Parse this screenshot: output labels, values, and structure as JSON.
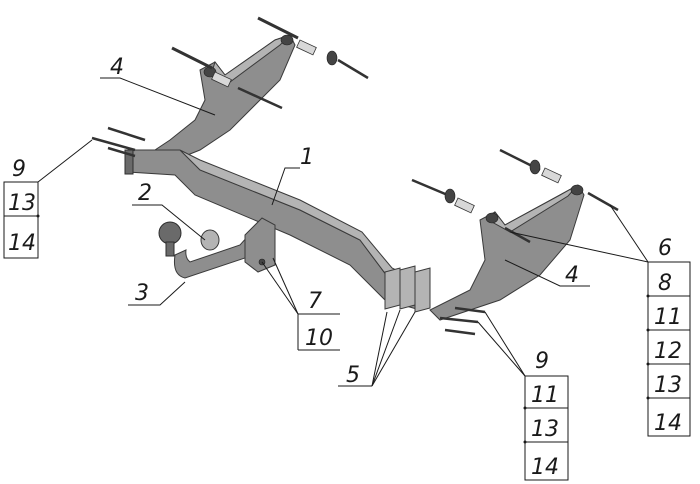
{
  "labels": {
    "p1": "1",
    "p2": "2",
    "p3": "3",
    "p4_top": "4",
    "p4_right": "4",
    "p5": "5",
    "p7": "7",
    "p10": "10",
    "left_stack": [
      "9",
      "13",
      "14"
    ],
    "right_stack": [
      "6",
      "8",
      "11",
      "12",
      "13",
      "14"
    ],
    "bottom_stack": [
      "9",
      "11",
      "13",
      "14"
    ]
  }
}
